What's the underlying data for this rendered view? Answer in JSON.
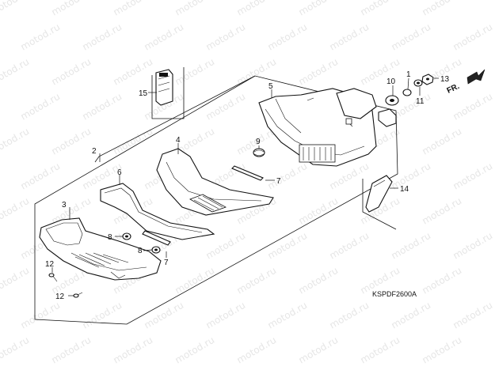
{
  "diagram": {
    "code": "KSPDF2600A",
    "front_label": "FR.",
    "watermark": "motod.ru",
    "callouts": [
      {
        "key": "c1",
        "text": "1"
      },
      {
        "key": "c2",
        "text": "2"
      },
      {
        "key": "c3",
        "text": "3"
      },
      {
        "key": "c4",
        "text": "4"
      },
      {
        "key": "c5",
        "text": "5"
      },
      {
        "key": "c6",
        "text": "6"
      },
      {
        "key": "c7a",
        "text": "7"
      },
      {
        "key": "c7b",
        "text": "7"
      },
      {
        "key": "c8a",
        "text": "8"
      },
      {
        "key": "c8b",
        "text": "8"
      },
      {
        "key": "c9",
        "text": "9"
      },
      {
        "key": "c10",
        "text": "10"
      },
      {
        "key": "c11",
        "text": "11"
      },
      {
        "key": "c12a",
        "text": "12"
      },
      {
        "key": "c12b",
        "text": "12"
      },
      {
        "key": "c13",
        "text": "13"
      },
      {
        "key": "c14",
        "text": "14"
      },
      {
        "key": "c15",
        "text": "15"
      }
    ]
  }
}
